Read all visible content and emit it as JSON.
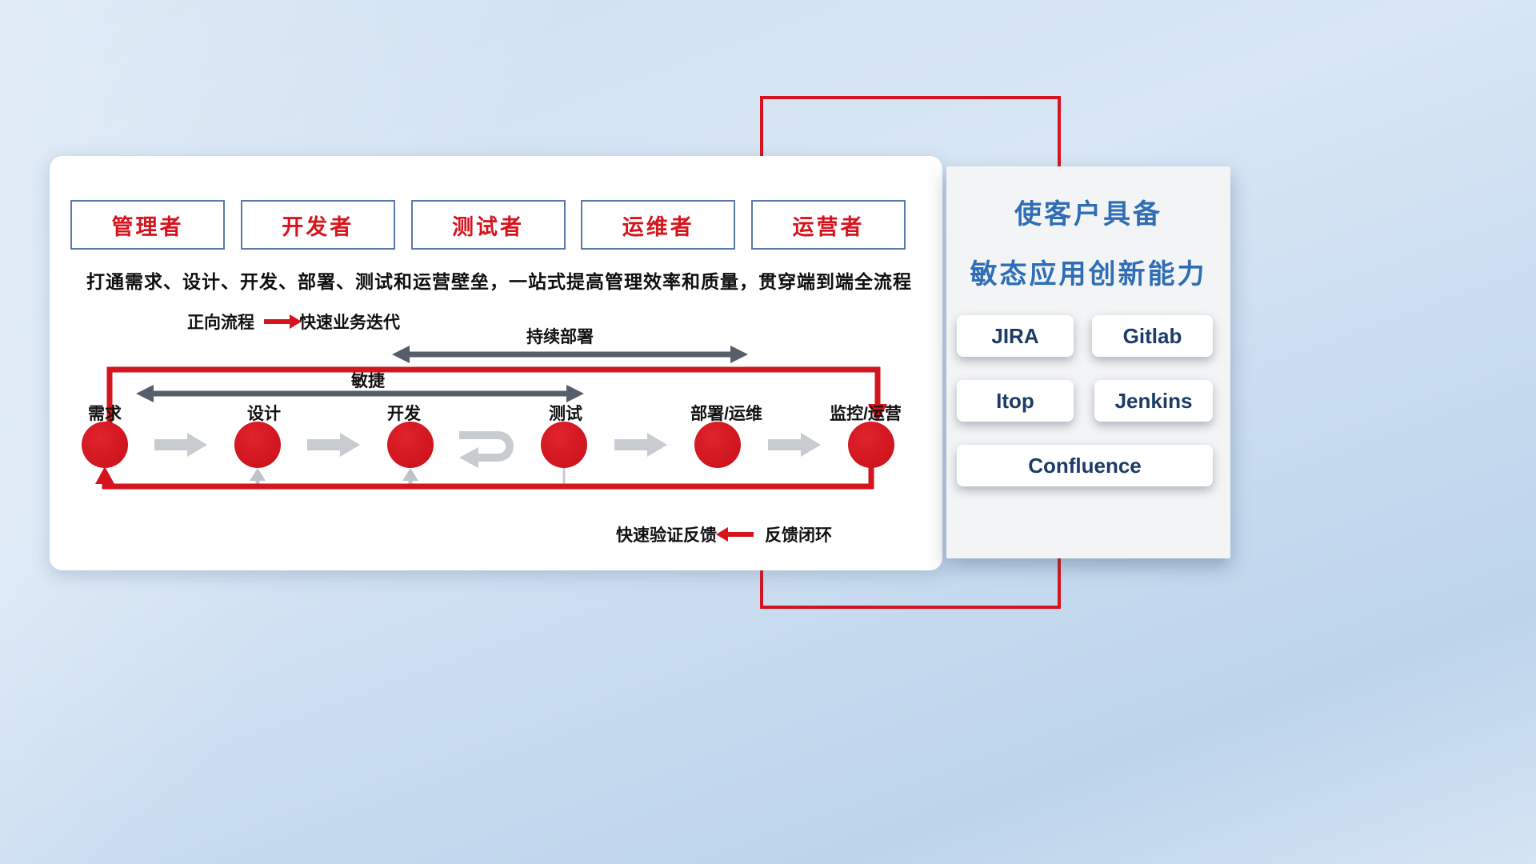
{
  "main": {
    "roles": [
      "管理者",
      "开发者",
      "测试者",
      "运维者",
      "运营者"
    ],
    "subtitle": "打通需求、设计、开发、部署、测试和运营壁垒，一站式提高管理效率和质量，贯穿端到端全流程",
    "forward_legend": {
      "label": "正向流程",
      "desc": "快速业务迭代"
    },
    "arrow_labels": {
      "continuous_deployment": "持续部署",
      "agile": "敏捷"
    },
    "nodes": [
      "需求",
      "设计",
      "开发",
      "测试",
      "部署/运维",
      "监控/运营"
    ],
    "feedback_legend": {
      "desc": "快速验证反馈",
      "label": "反馈闭环"
    }
  },
  "side": {
    "title_line1": "使客户具备",
    "title_line2": "敏态应用创新能力",
    "tools": [
      "JIRA",
      "Gitlab",
      "Itop",
      "Jenkins",
      "Confluence"
    ]
  },
  "colors": {
    "accent_red": "#d6141e",
    "title_blue": "#2f6eb5",
    "tool_text_navy": "#1c3b66",
    "dark_arrow_gray": "#565e69",
    "light_arrow_gray": "#c8ccd1",
    "role_border_blue": "#5a7aa8"
  }
}
